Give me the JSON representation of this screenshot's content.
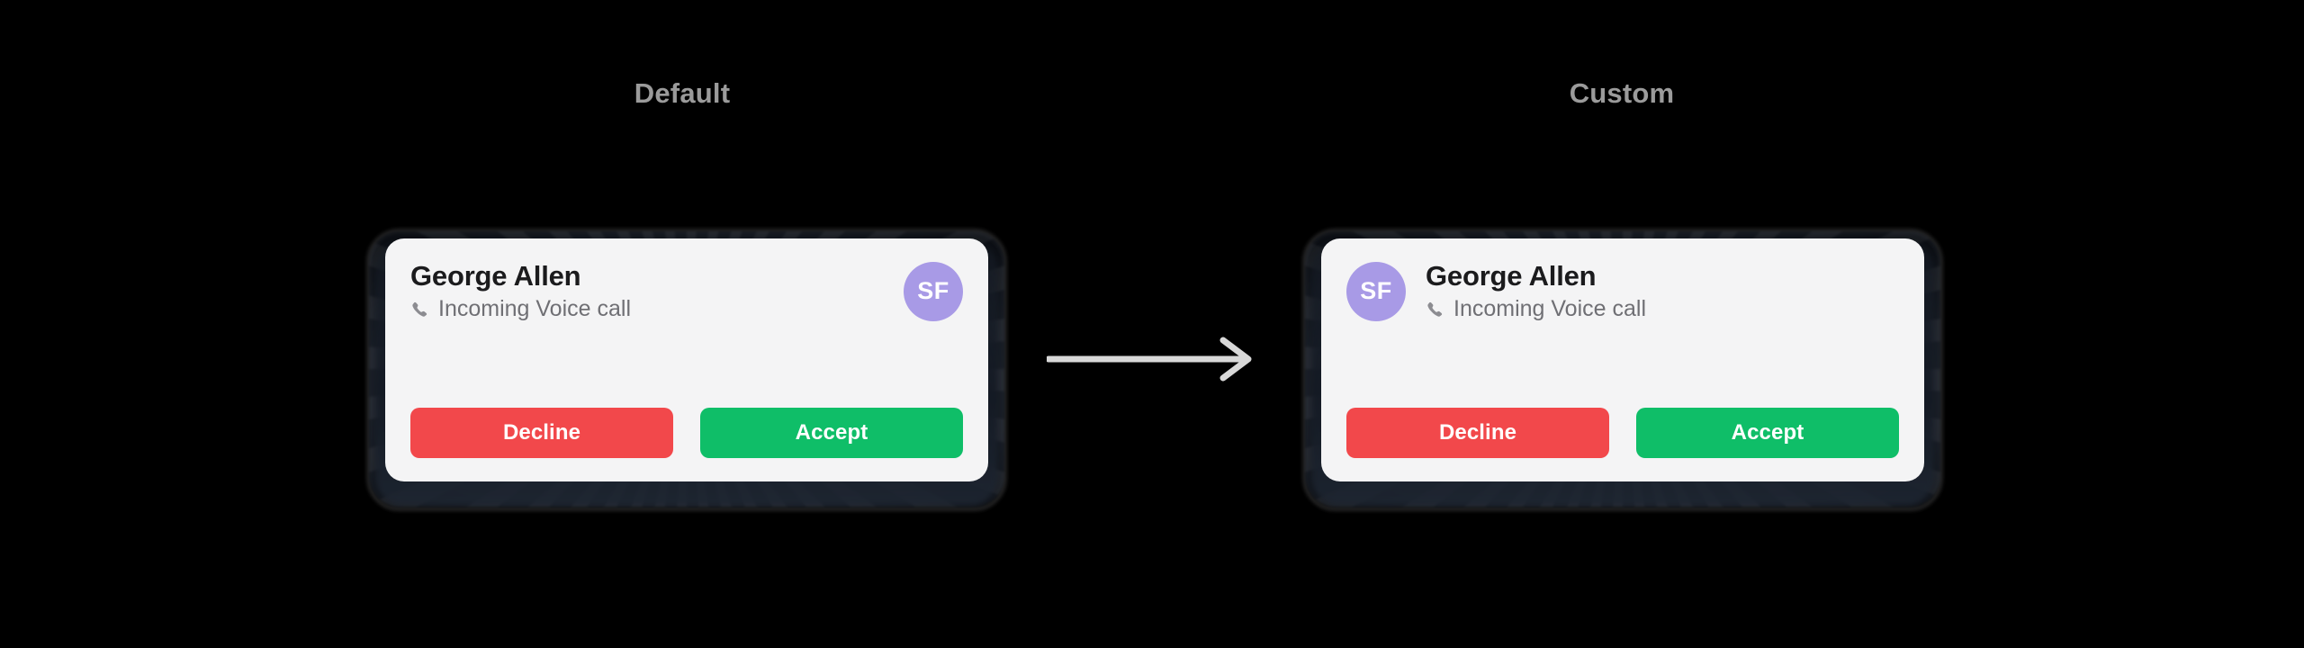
{
  "page": {
    "background_color": "#000000"
  },
  "sections": [
    {
      "label": "Default",
      "avatar_position": "right",
      "card": {
        "background_color": "#f4f4f5",
        "caller_name": "George Allen",
        "status_text": "Incoming Voice call",
        "status_icon": "phone-icon",
        "avatar": {
          "initials": "SF",
          "background_color": "#a89ae6",
          "text_color": "#ffffff"
        },
        "buttons": [
          {
            "label": "Decline",
            "color": "#f2484b",
            "role": "decline"
          },
          {
            "label": "Accept",
            "color": "#0fbe68",
            "role": "accept"
          }
        ]
      }
    },
    {
      "label": "Custom",
      "avatar_position": "left",
      "card": {
        "background_color": "#f4f4f5",
        "caller_name": "George Allen",
        "status_text": "Incoming Voice call",
        "status_icon": "phone-icon",
        "avatar": {
          "initials": "SF",
          "background_color": "#a89ae6",
          "text_color": "#ffffff"
        },
        "buttons": [
          {
            "label": "Decline",
            "color": "#f2484b",
            "role": "decline"
          },
          {
            "label": "Accept",
            "color": "#0fbe68",
            "role": "accept"
          }
        ]
      }
    }
  ],
  "arrow": {
    "icon": "arrow-right-icon",
    "color": "#d8d8d8",
    "direction": "right"
  },
  "colors": {
    "label_text": "#9b9b9b",
    "caller_name_text": "#1b1b1d",
    "status_text": "#6f6f74",
    "accent_decline": "#f2484b",
    "accent_accept": "#0fbe68",
    "accent_avatar": "#a89ae6"
  }
}
